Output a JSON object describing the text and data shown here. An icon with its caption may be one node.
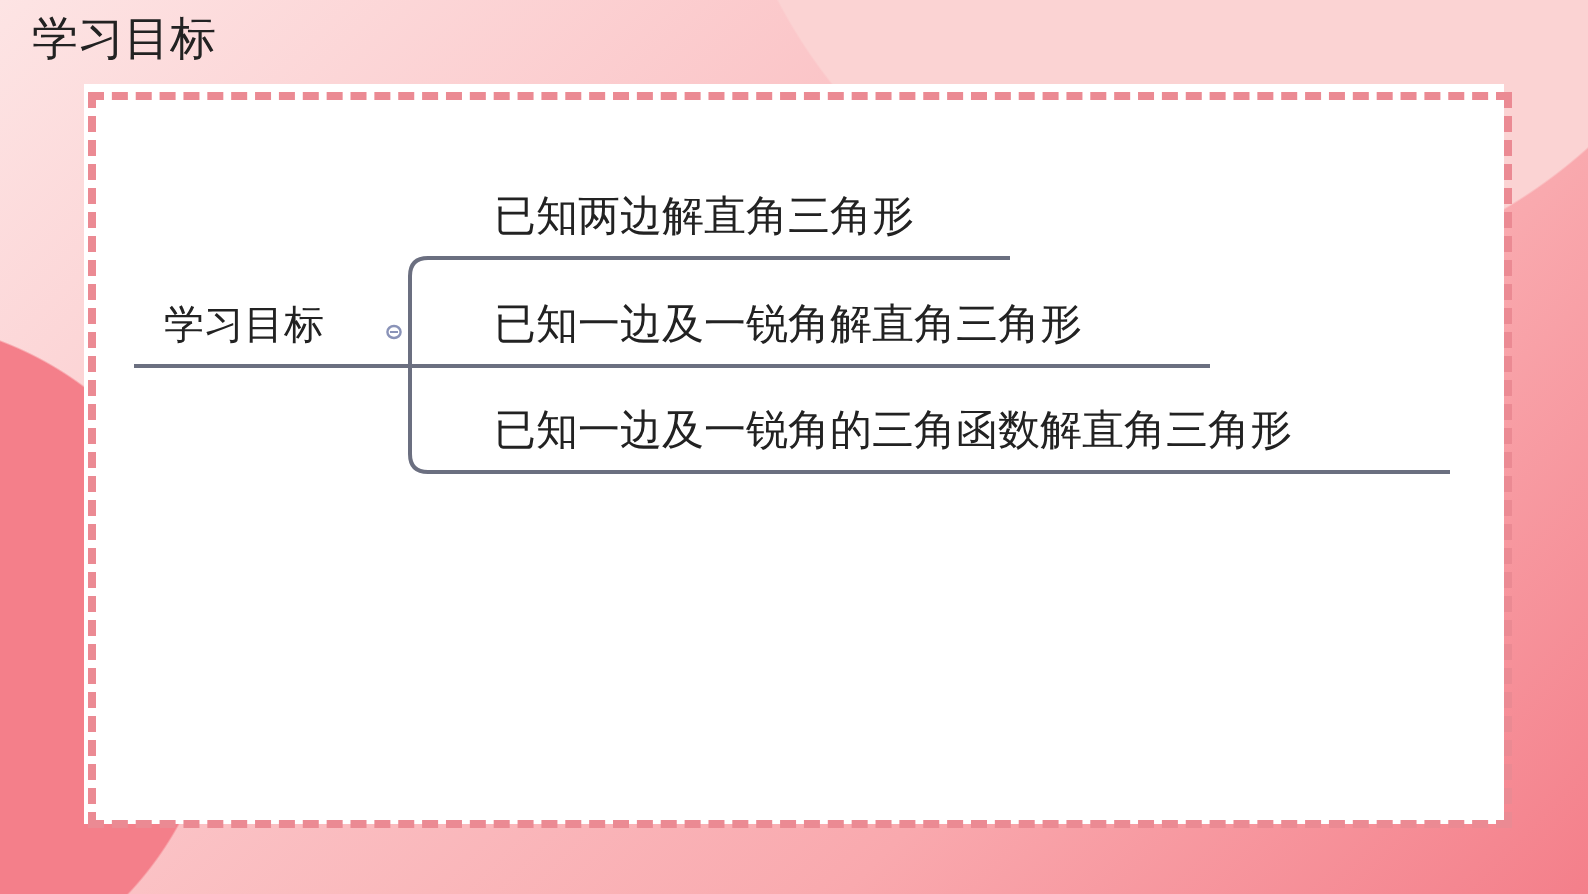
{
  "diagram": {
    "title": "学习目标",
    "nodes": [
      {
        "text": [
          "学习目标"
        ]
      },
      {
        "text": [
          "已知两边解直角三角形"
        ]
      },
      {
        "text": [
          "已知一边及一锐角解直角三角形"
        ]
      },
      {
        "text": [
          "已知一边及一锐角的三角函数解直角三角形"
        ]
      }
    ],
    "edges": [
      {
        "from": 0,
        "to": 1,
        "arrow": "none"
      },
      {
        "from": 0,
        "to": 2,
        "arrow": "none"
      },
      {
        "from": 0,
        "to": 3,
        "arrow": "none"
      }
    ]
  }
}
